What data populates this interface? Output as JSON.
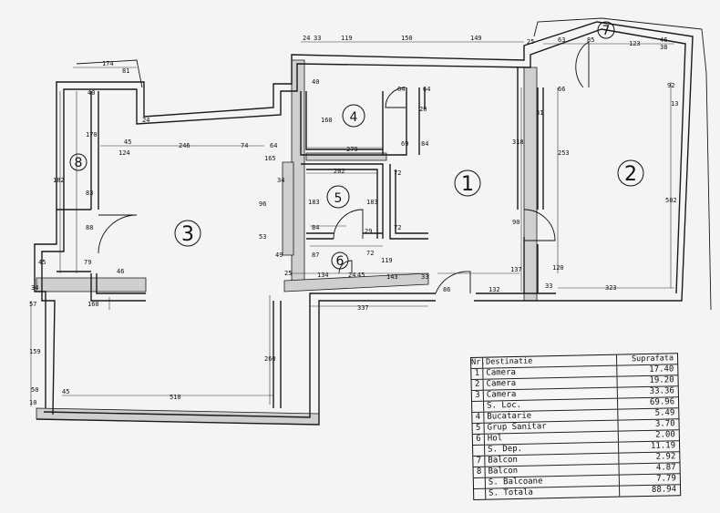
{
  "rooms": [
    {
      "label": "1"
    },
    {
      "label": "2"
    },
    {
      "label": "3"
    },
    {
      "label": "4"
    },
    {
      "label": "5"
    },
    {
      "label": "6"
    },
    {
      "label": "7"
    },
    {
      "label": "8"
    }
  ],
  "dims": {
    "top": [
      "24",
      "33",
      "119",
      "150",
      "149",
      "63",
      "85",
      "123",
      "46",
      "38",
      "25",
      "174",
      "81"
    ],
    "room4": [
      "40",
      "160",
      "279",
      "64",
      "64",
      "20",
      "69",
      "84"
    ],
    "room5": [
      "202",
      "183",
      "183",
      "84",
      "72",
      "72",
      "72",
      "29",
      "87",
      "119"
    ],
    "room3": [
      "246",
      "74",
      "64",
      "165",
      "124",
      "24",
      "45",
      "34",
      "96",
      "53",
      "49"
    ],
    "room8": [
      "40",
      "170",
      "182",
      "83",
      "88",
      "79",
      "45",
      "46"
    ],
    "room1": [
      "318",
      "90",
      "137",
      "132",
      "86",
      "33",
      "143",
      "45",
      "134",
      "24",
      "25"
    ],
    "room2": [
      "66",
      "31",
      "253",
      "120",
      "502",
      "323",
      "33",
      "13",
      "92"
    ],
    "lower": [
      "337",
      "260",
      "510",
      "160",
      "159",
      "57",
      "34",
      "50",
      "45",
      "10"
    ]
  },
  "legend": {
    "header": {
      "nr": "Nr.",
      "dest": "Destinatie",
      "val": "Suprafata"
    },
    "rows": [
      {
        "nr": "1",
        "dest": "Camera",
        "val": "17.40"
      },
      {
        "nr": "2",
        "dest": "Camera",
        "val": "19.20"
      },
      {
        "nr": "3",
        "dest": "Camera",
        "val": "33.36"
      },
      {
        "nr": "",
        "dest": "S. Loc.",
        "val": "69.96"
      },
      {
        "nr": "4",
        "dest": "Bucatarie",
        "val": "5.49"
      },
      {
        "nr": "5",
        "dest": "Grup Sanitar",
        "val": "3.70"
      },
      {
        "nr": "6",
        "dest": "Hol",
        "val": "2.00"
      },
      {
        "nr": "",
        "dest": "S. Dep.",
        "val": "11.19"
      },
      {
        "nr": "7",
        "dest": "Balcon",
        "val": "2.92"
      },
      {
        "nr": "8",
        "dest": "Balcon",
        "val": "4.87"
      },
      {
        "nr": "",
        "dest": "S. Balcoane",
        "val": "7.79"
      },
      {
        "nr": "",
        "dest": "S. Totala",
        "val": "88.94"
      }
    ]
  }
}
